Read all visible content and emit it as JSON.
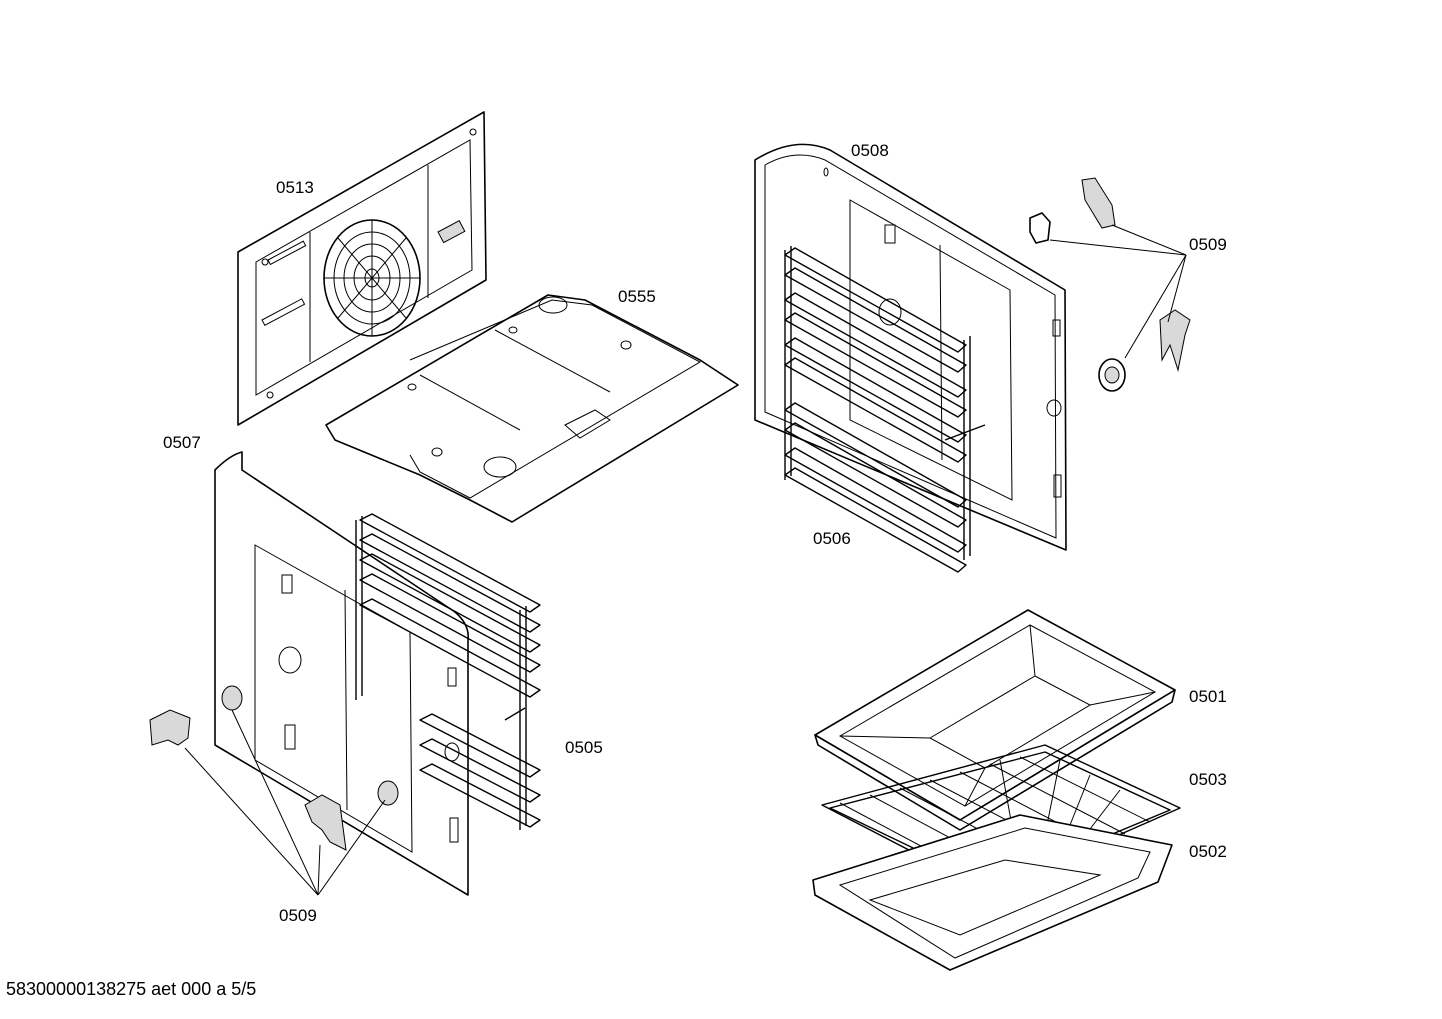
{
  "labels": {
    "l0513": "0513",
    "l0555": "0555",
    "l0508": "0508",
    "l0509_top": "0509",
    "l0507": "0507",
    "l0506": "0506",
    "l0505": "0505",
    "l0501": "0501",
    "l0503": "0503",
    "l0502": "0502",
    "l0509_bottom": "0509"
  },
  "footer": "58300000138275 aet 000 a 5/5"
}
